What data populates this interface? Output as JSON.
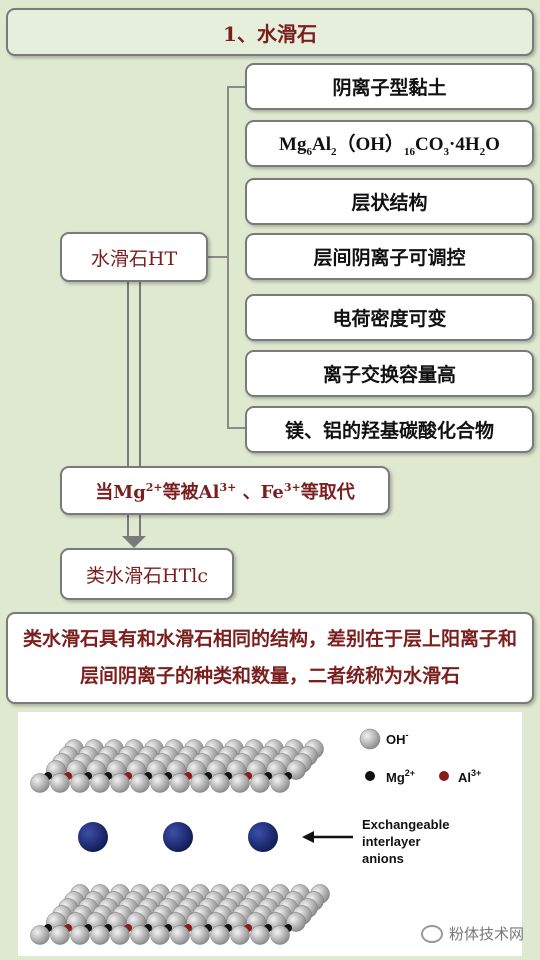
{
  "title": "1、水滑石",
  "hydrotalcite_label": "水滑石HT",
  "properties": [
    {
      "kind": "text",
      "text": "阴离子型黏土"
    },
    {
      "kind": "formula",
      "parts": [
        {
          "t": "Mg"
        },
        {
          "sub": "6"
        },
        {
          "t": "Al"
        },
        {
          "sub": "2"
        },
        {
          "t": "（OH）"
        },
        {
          "sub": "16"
        },
        {
          "t": "CO"
        },
        {
          "sub": "3"
        },
        {
          "t": "·4H"
        },
        {
          "sub": "2"
        },
        {
          "t": "O"
        }
      ]
    },
    {
      "kind": "text",
      "text": "层状结构"
    },
    {
      "kind": "text",
      "text": "层间阴离子可调控"
    },
    {
      "kind": "text",
      "text": "电荷密度可变"
    },
    {
      "kind": "text",
      "text": "离子交换容量高"
    },
    {
      "kind": "text",
      "text": "镁、铝的羟基碳酸化合物"
    }
  ],
  "substitution_parts": [
    {
      "t": "当Mg"
    },
    {
      "sup": "2+"
    },
    {
      "t": "等被Al"
    },
    {
      "sup": "3+"
    },
    {
      "t": " 、Fe"
    },
    {
      "sup": "3+"
    },
    {
      "t": "等取代"
    }
  ],
  "htlc_label": "类水滑石HTlc",
  "description": "类水滑石具有和水滑石相同的结构，差别在于层上阳离子和层间阴离子的种类和数量，二者统称为水滑石",
  "structure_figure": {
    "legend_oh": "OH",
    "legend_oh_sup": "-",
    "legend_mg": "Mg",
    "legend_mg_sup": "2+",
    "legend_al": "Al",
    "legend_al_sup": "3+",
    "anion_label_lines": [
      "Exchangeable",
      "interlayer",
      "anions"
    ],
    "colors": {
      "oh": "#c8c8c8",
      "mg": "#111111",
      "al": "#8b1a1a",
      "anion": "#1a2a78"
    }
  },
  "watermark": "粉体技术网"
}
